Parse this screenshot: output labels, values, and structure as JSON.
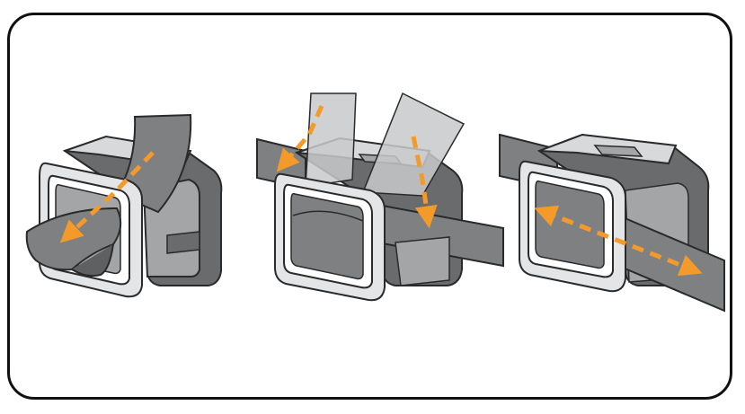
{
  "diagram": {
    "steps": [
      {
        "action": "strap-threaded-through-buckle",
        "arrow": "down-through"
      },
      {
        "action": "strap-folded-over-top",
        "arrow": "fold-over"
      },
      {
        "action": "strap-pulled-tight",
        "arrow": "bidirectional"
      }
    ]
  },
  "colors": {
    "strap": "#7f8082",
    "strap_dark": "#5f6062",
    "strap_translucent": "#c8c9cb",
    "housing_light": "#d8d9db",
    "housing_mid": "#a4a5a7",
    "housing_dark": "#6a6b6d",
    "buckle": "#e4e5e7",
    "outline": "#2a2a2a",
    "arrow": "#f39a2a"
  },
  "icons": [
    "arrow-icon",
    "strap-icon",
    "headlamp-icon"
  ]
}
